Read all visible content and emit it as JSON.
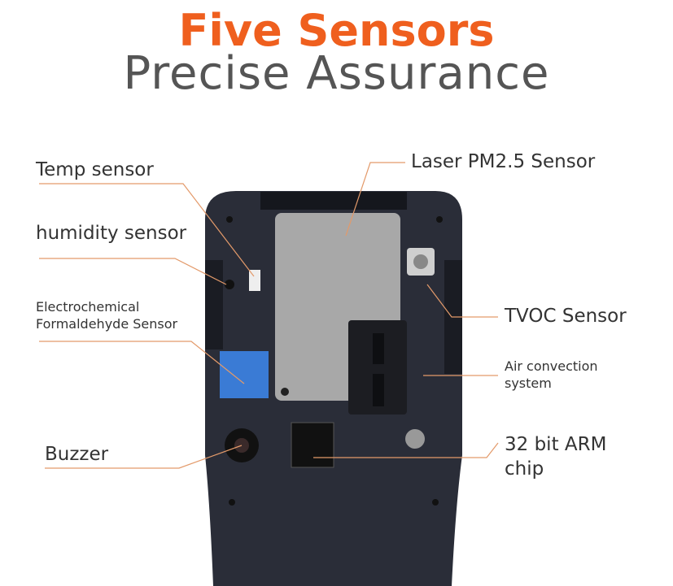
{
  "header": {
    "title": "Five Sensors",
    "subtitle": "Precise Assurance"
  },
  "labels": {
    "temp": "Temp sensor",
    "humidity": "humidity sensor",
    "formaldehyde_1": "Electrochemical",
    "formaldehyde_2": "Formaldehyde Sensor",
    "buzzer": "Buzzer",
    "pm25": "Laser PM2.5 Sensor",
    "tvoc": "TVOC Sensor",
    "air_1": "Air convection",
    "air_2": "system",
    "chip_1": "32 bit ARM",
    "chip_2": "chip"
  },
  "colors": {
    "accent": "#ef5f1e",
    "leader": "#e39a6a",
    "body": "#2a2d38",
    "sensor": "#a8a8a8",
    "blue": "#3a7bd5"
  }
}
